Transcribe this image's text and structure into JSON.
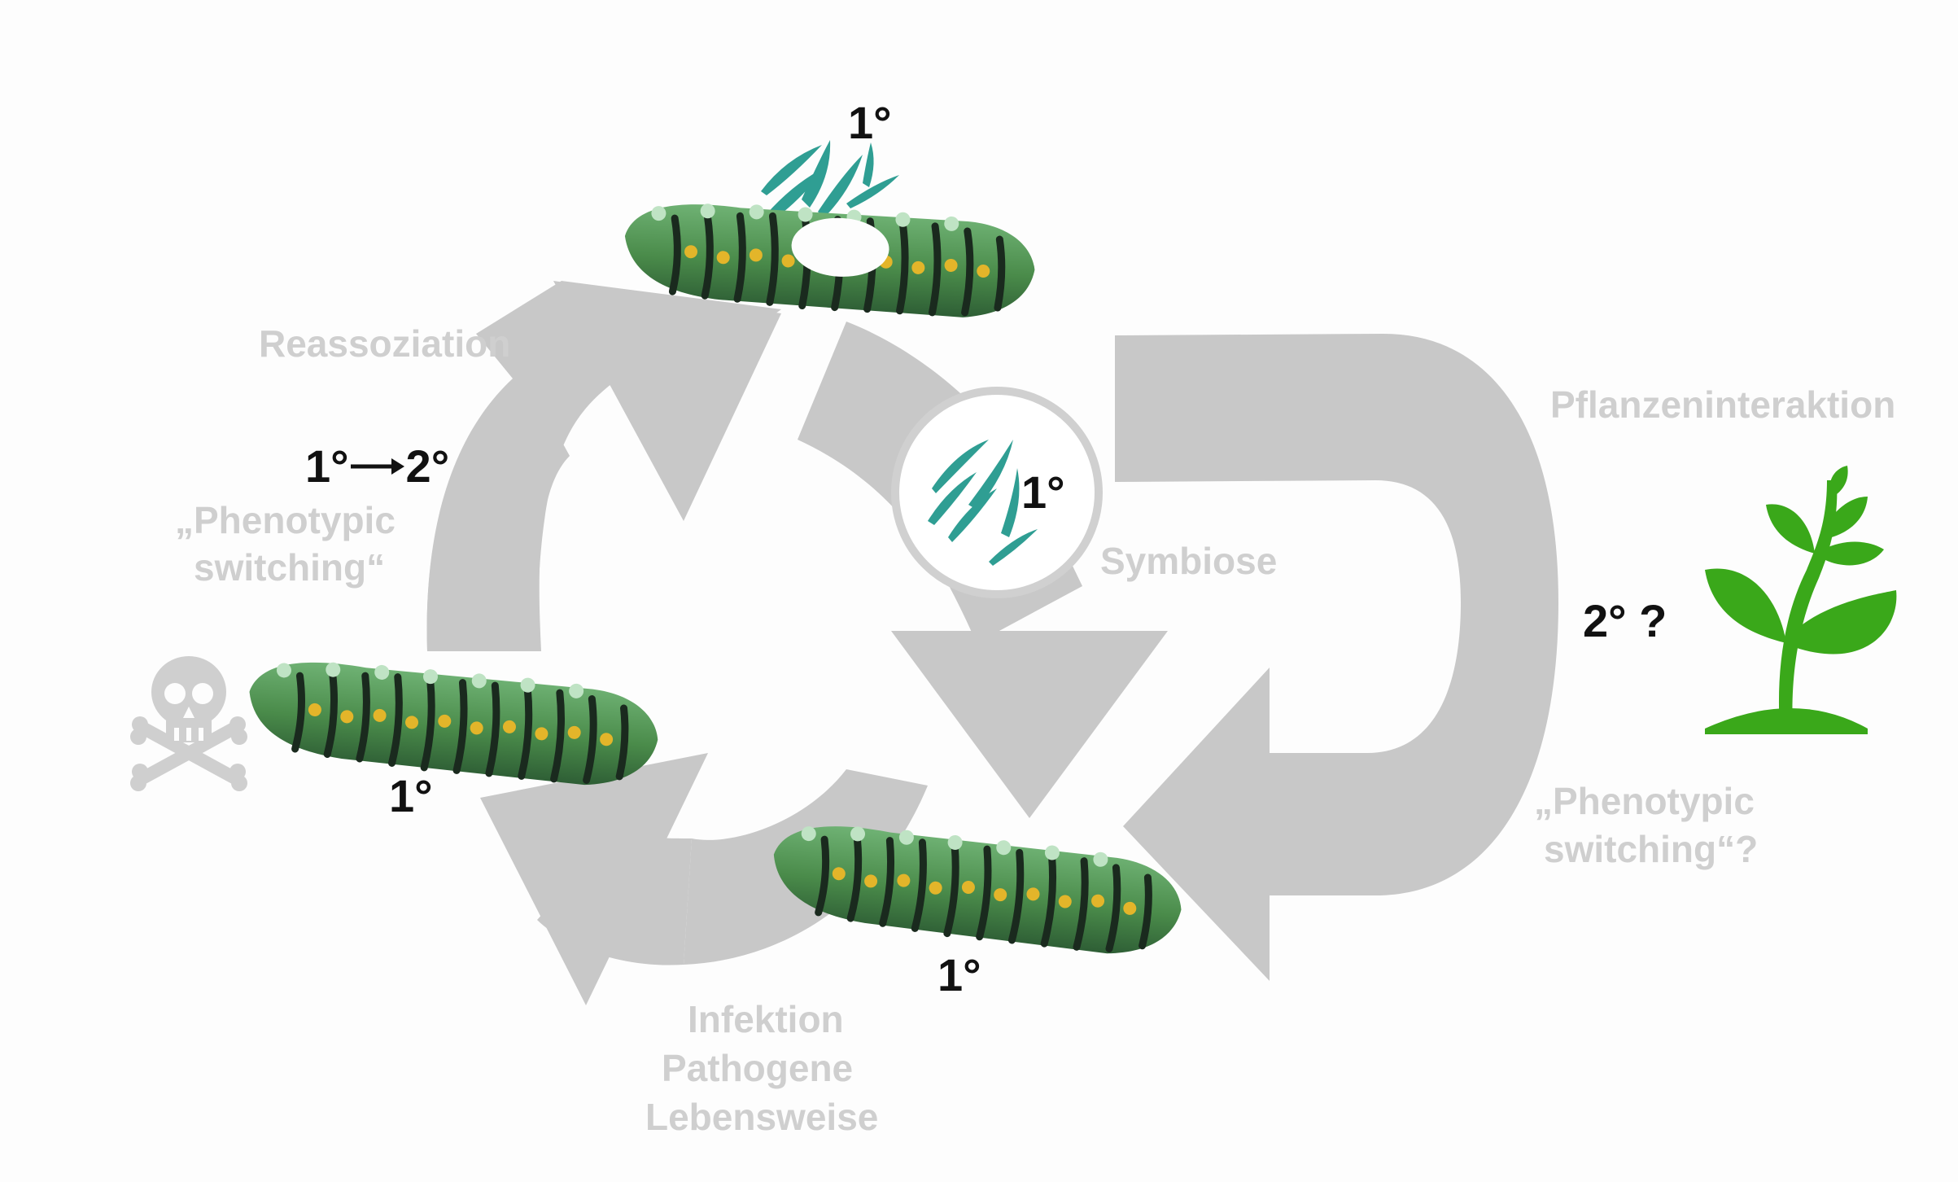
{
  "labels": {
    "reassoziation": "Reassoziation",
    "phenotypic_left_line1": "„Phenotypic",
    "phenotypic_left_line2": "switching“",
    "symbiose": "Symbiose",
    "pflanzeninteraktion": "Pflanzeninteraktion",
    "phenotypic_right_line1": "„Phenotypic",
    "phenotypic_right_line2": "switching“?",
    "infektion_line1": "Infektion",
    "infektion_line2": "Pathogene",
    "infektion_line3": "Lebensweise"
  },
  "markers": {
    "top": "1°",
    "center": "1°",
    "left": "1°",
    "bottom": "1°",
    "transition_from": "1°",
    "transition_to": "2°",
    "plant": "2° ?"
  },
  "colors": {
    "arrow": "#c8c8c8",
    "label": "#cfcfcf",
    "marker": "#111111",
    "bacteria": "#2f9e93",
    "plant": "#3aa81a",
    "caterpillar": "#4f8a4c"
  },
  "icons": [
    "skull-crossbones-icon",
    "plant-icon",
    "bacteria-icon",
    "caterpillar-icon"
  ]
}
